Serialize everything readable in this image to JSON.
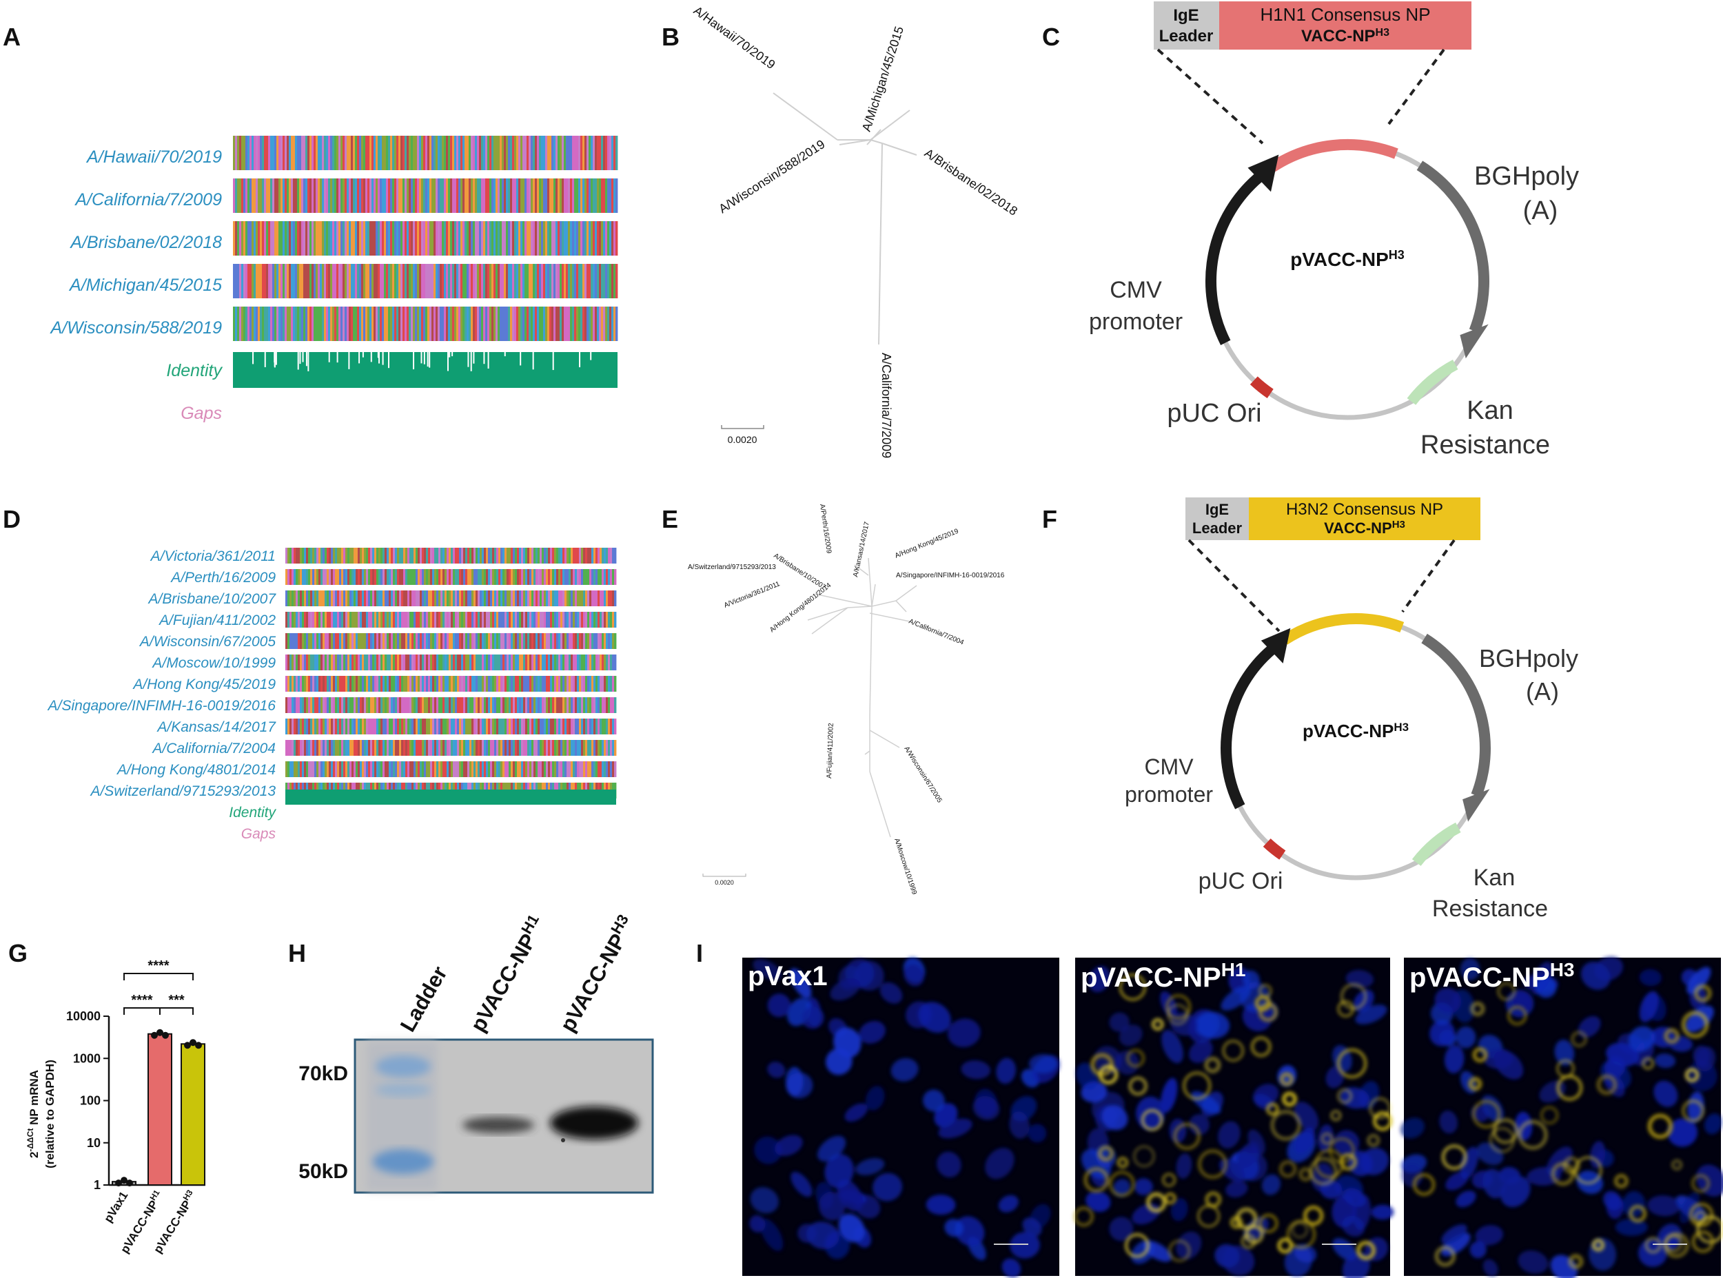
{
  "panel_labels": {
    "A": "A",
    "B": "B",
    "C": "C",
    "D": "D",
    "E": "E",
    "F": "F",
    "G": "G",
    "H": "H",
    "I": "I"
  },
  "panelA": {
    "sequences": [
      "A/Hawaii/70/2019",
      "A/California/7/2009",
      "A/Brisbane/02/2018",
      "A/Michigan/45/2015",
      "A/Wisconsin/588/2019"
    ],
    "identity_label": "Identity",
    "gaps_label": "Gaps"
  },
  "panelB": {
    "tips": [
      "A/Hawaii/70/2019",
      "A/Michigan/45/2015",
      "A/Wisconsin/588/2019",
      "A/Brisbane/02/2018",
      "A/California/7/2009"
    ],
    "scale": "0.0020"
  },
  "panelC": {
    "leader_line1": "IgE",
    "leader_line2": "Leader",
    "insert_line1": "H1N1 Consensus NP",
    "insert_line2": "VACC-NP",
    "insert_sup": "H3",
    "center": "pVACC-NP",
    "center_sup": "H3",
    "bgh_line1": "BGHpoly",
    "bgh_line2": "(A)",
    "cmv_line1": "CMV",
    "cmv_line2": "promoter",
    "puc": "pUC Ori",
    "kan_line1": "Kan",
    "kan_line2": "Resistance",
    "insert_color": "#e57373"
  },
  "panelD": {
    "sequences": [
      "A/Victoria/361/2011",
      "A/Perth/16/2009",
      "A/Brisbane/10/2007",
      "A/Fujian/411/2002",
      "A/Wisconsin/67/2005",
      "A/Moscow/10/1999",
      "A/Hong Kong/45/2019",
      "A/Singapore/INFIMH-16-0019/2016",
      "A/Kansas/14/2017",
      "A/California/7/2004",
      "A/Hong Kong/4801/2014",
      "A/Switzerland/9715293/2013"
    ],
    "identity_label": "Identity",
    "gaps_label": "Gaps"
  },
  "panelE": {
    "tips": [
      "A/Perth/16/2009",
      "A/Kansas/14/2017",
      "A/Brisbane/10/2007",
      "A/Hong Kong/45/2019",
      "A/Switzerland/9715293/2013",
      "A/Singapore/INFIMH-16-0019/2016",
      "A/Victoria/361/2011",
      "A/Hong Kong/4801/2014",
      "A/California/7/2004",
      "A/Fujian/411/2002",
      "A/Wisconsin/67/2005",
      "A/Moscow/10/1999"
    ],
    "scale": "0.0020"
  },
  "panelF": {
    "leader_line1": "IgE",
    "leader_line2": "Leader",
    "insert_line1": "H3N2 Consensus NP",
    "insert_line2": "VACC-NP",
    "insert_sup": "H3",
    "center": "pVACC-NP",
    "center_sup": "H3",
    "bgh_line1": "BGHpoly",
    "bgh_line2": "(A)",
    "cmv_line1": "CMV",
    "cmv_line2": "promoter",
    "puc": "pUC Ori",
    "kan_line1": "Kan",
    "kan_line2": "Resistance",
    "insert_color": "#ecc31d"
  },
  "chart_data": {
    "type": "bar",
    "scale": "log",
    "categories": [
      "pVax1",
      "pVACC-NP",
      "pVACC-NP"
    ],
    "category_sups": [
      "",
      "H1",
      "H3"
    ],
    "values": [
      1.2,
      3800,
      2200
    ],
    "colors": [
      "#999999",
      "#e56b6b",
      "#c9c40a"
    ],
    "ylabel_line1": "2",
    "ylabel_sup": "-ΔΔCt",
    "ylabel_rest": " NP mRNA",
    "ylabel_line2": "(relative to GAPDH)",
    "ylim": [
      1,
      10000
    ],
    "yticks": [
      1,
      10,
      100,
      1000,
      10000
    ],
    "ytick_labels": [
      "1",
      "10",
      "100",
      "1000",
      "10000"
    ],
    "significance": [
      "****",
      "****",
      "***"
    ]
  },
  "panelH": {
    "lanes": [
      "Ladder",
      "pVACC-NP",
      "pVACC-NP"
    ],
    "lane_sups": [
      "",
      "H1",
      "H3"
    ],
    "markers": [
      "70kD",
      "50kD"
    ]
  },
  "panelI": {
    "images": [
      {
        "label": "pVax1",
        "sup": ""
      },
      {
        "label": "pVACC-NP",
        "sup": "H1"
      },
      {
        "label": "pVACC-NP",
        "sup": "H3"
      }
    ]
  }
}
